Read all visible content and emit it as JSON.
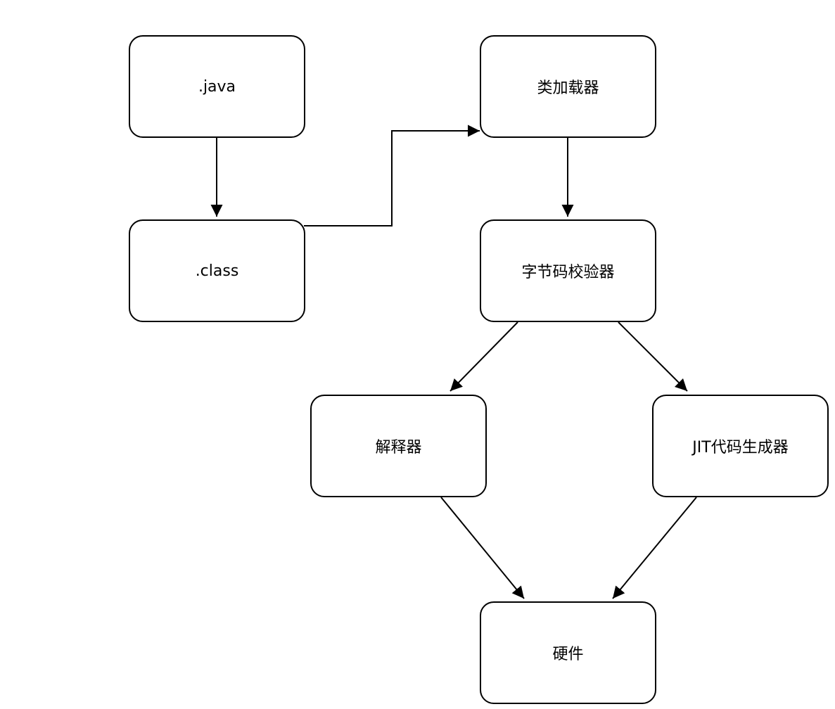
{
  "diagram": {
    "nodes": {
      "java": ".java",
      "class": ".class",
      "class_loader": "类加载器",
      "bytecode_verifier": "字节码校验器",
      "interpreter": "解释器",
      "jit_generator": "JIT代码生成器",
      "hardware": "硬件"
    },
    "edges": [
      {
        "from": "java",
        "to": "class"
      },
      {
        "from": "class",
        "to": "class_loader"
      },
      {
        "from": "class_loader",
        "to": "bytecode_verifier"
      },
      {
        "from": "bytecode_verifier",
        "to": "interpreter"
      },
      {
        "from": "bytecode_verifier",
        "to": "jit_generator"
      },
      {
        "from": "interpreter",
        "to": "hardware"
      },
      {
        "from": "jit_generator",
        "to": "hardware"
      }
    ],
    "colors": {
      "stroke": "#000000",
      "background": "#ffffff"
    }
  }
}
